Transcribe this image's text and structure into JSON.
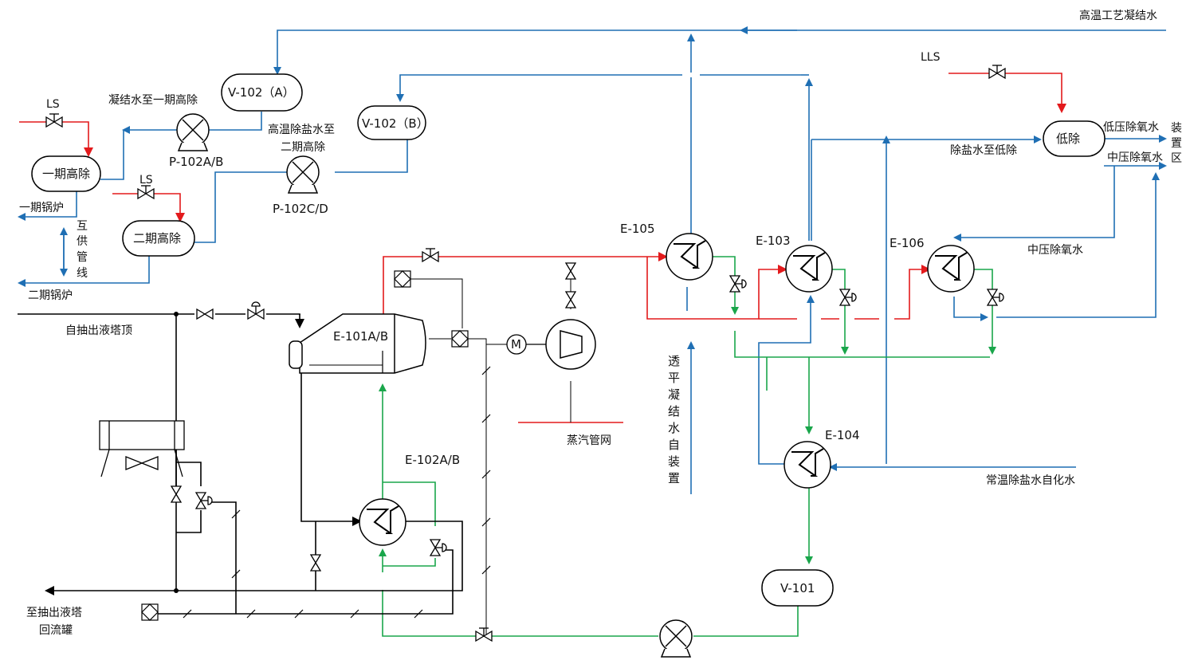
{
  "colors": {
    "steam": "#e31a1c",
    "water": "#1f6fb4",
    "condensate": "#1aa64b",
    "process": "#000000",
    "signal": "#000000"
  },
  "labels": {
    "high_temp_condensate": "高温工艺凝结水",
    "lls": "LLS",
    "ls1": "LS",
    "ls2": "LS",
    "cond_to_phase1": "凝结水至一期高除",
    "hot_desalt_to_phase2_a": "高温除盐水至",
    "hot_desalt_to_phase2_b": "二期高除",
    "phase1_boiler": "一期锅炉",
    "phase2_boiler": "二期锅炉",
    "interconnect": [
      "互",
      "供",
      "管",
      "线"
    ],
    "from_tower_top": "自抽出液塔顶",
    "to_tower_a": "至抽出液塔",
    "to_tower_b": "回流罐",
    "steam_network": "蒸汽管网",
    "demin_to_lowdea": "除盐水至低除",
    "lp_deaerated": "低压除氧水",
    "mp_deaerated_out": "中压除氧水",
    "mp_deaerated_return": "中压除氧水",
    "unit_area": [
      "装",
      "置",
      "区"
    ],
    "from_tping": [
      "透",
      "平",
      "凝",
      "结",
      "水",
      "自",
      "装",
      "置"
    ],
    "ambient_demin": "常温除盐水自化水"
  },
  "equipment": {
    "v102a": "V-102（A）",
    "v102b": "V-102（B）",
    "p102ab": "P-102A/B",
    "p102cd": "P-102C/D",
    "phase1_hd": "一期高除",
    "phase2_hd": "二期高除",
    "e101": "E-101A/B",
    "e102": "E-102A/B",
    "e103": "E-103",
    "e104": "E-104",
    "e105": "E-105",
    "e106": "E-106",
    "v101": "V-101",
    "low_dea": "低除",
    "motor": "M"
  },
  "icons": {
    "pump": "pump-icon",
    "heat_exchanger": "heat-exchanger-icon",
    "gate_valve": "gate-valve-icon",
    "control_valve": "control-valve-icon",
    "turbine": "turbine-icon",
    "fan": "fan-icon"
  }
}
